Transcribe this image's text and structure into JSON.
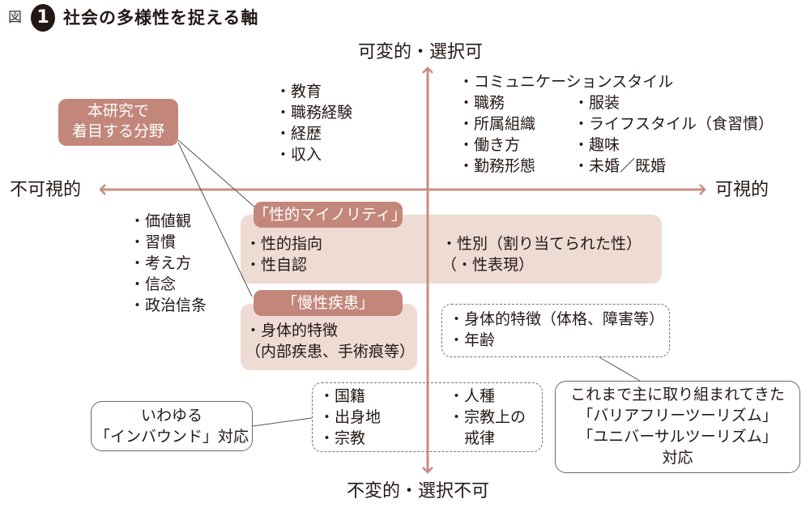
{
  "figure": {
    "label": "図",
    "number": "1",
    "title": "社会の多様性を捉える軸"
  },
  "axes": {
    "top": "可変的・選択可",
    "bottom": "不変的・選択不可",
    "left": "不可視的",
    "right": "可視的"
  },
  "focus_box": {
    "line1": "本研究で",
    "line2": "着目する分野"
  },
  "upper_left_list": [
    "・教育",
    "・職務経験",
    "・経歴",
    "・収入"
  ],
  "upper_right": {
    "header": "・コミュニケーションスタイル",
    "col1": [
      "・職務",
      "・所属組織",
      "・働き方",
      "・勤務形態"
    ],
    "col2": [
      "・服装",
      "・ライフスタイル（食習慣）",
      "・趣味",
      "・未婚／既婚"
    ]
  },
  "lower_left_list": [
    "・価値観",
    "・習慣",
    "・考え方",
    "・信念",
    "・政治信条"
  ],
  "sexual_minority": {
    "label": "「性的マイノリティ」",
    "left": [
      "・性的指向",
      "・性自認"
    ],
    "right": [
      "・性別（割り当てられた性）",
      "（・性表現）"
    ]
  },
  "chronic_disease": {
    "label": "「慢性疾患」",
    "items": [
      "・身体的特徴",
      "（内部疾患、手術痕等）"
    ]
  },
  "physical_box": [
    "・身体的特徴（体格、障害等）",
    "・年齢"
  ],
  "nationality_box": {
    "col1": [
      "・国籍",
      "・出身地",
      "・宗教"
    ],
    "col2": [
      "・人種",
      "・宗教上の",
      "　戒律"
    ]
  },
  "inbound_box": [
    "いわゆる",
    "「インバウンド」対応"
  ],
  "universal_box": [
    "これまで主に取り組まれてきた",
    "「バリアフリーツーリズム」",
    "「ユニバーサルツーリズム」",
    "対応"
  ],
  "colors": {
    "accent": "#c2877a",
    "band": "#eedbd4",
    "axis": "#c98d80",
    "text": "#231815"
  }
}
